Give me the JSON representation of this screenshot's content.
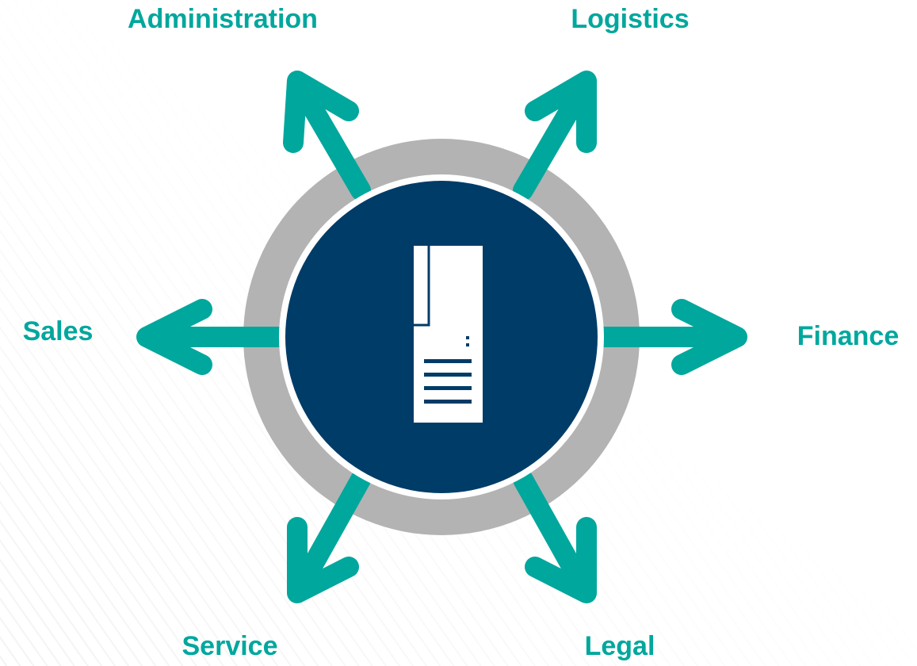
{
  "accent_color": "#00a79d",
  "hub": {
    "core_color": "#003c68",
    "ring_color": "#b3b3b3",
    "icon": "document-icon"
  },
  "departments": [
    {
      "key": "administration",
      "label": "Administration",
      "icon": "arrow-up-left-icon"
    },
    {
      "key": "logistics",
      "label": "Logistics",
      "icon": "arrow-up-right-icon"
    },
    {
      "key": "sales",
      "label": "Sales",
      "icon": "arrow-left-icon"
    },
    {
      "key": "finance",
      "label": "Finance",
      "icon": "arrow-right-icon"
    },
    {
      "key": "service",
      "label": "Service",
      "icon": "arrow-down-left-icon"
    },
    {
      "key": "legal",
      "label": "Legal",
      "icon": "arrow-down-right-icon"
    }
  ]
}
